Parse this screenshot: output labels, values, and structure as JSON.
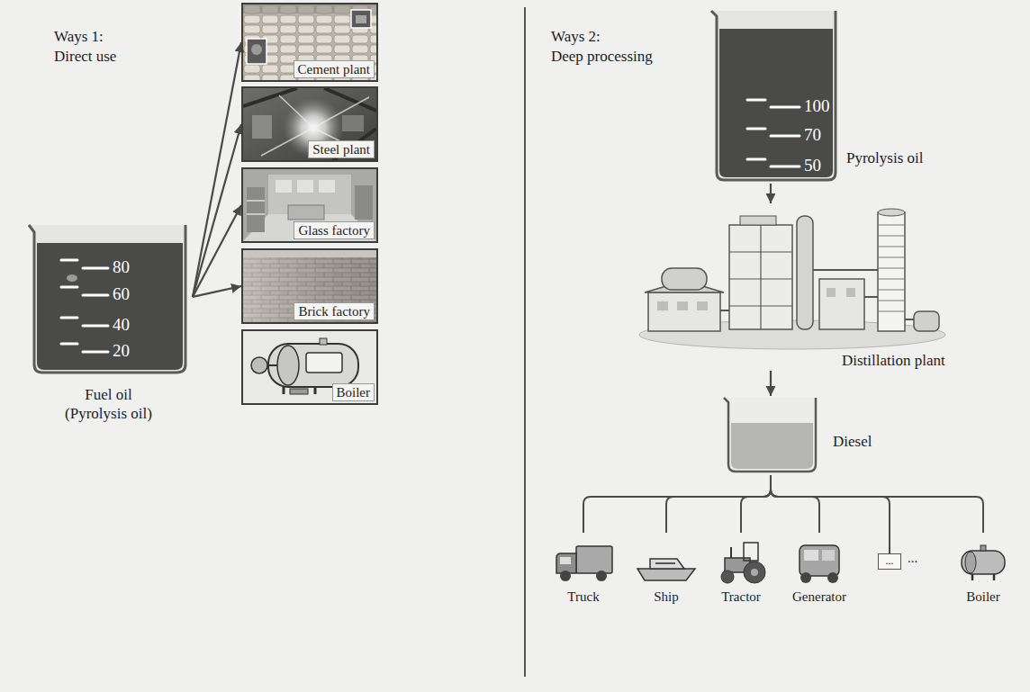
{
  "diagram": {
    "nodes": [
      {
        "text": [
          "80",
          "60",
          "40",
          "20",
          "Fuel oil (Pyrolysis oil)"
        ]
      },
      {
        "text": [
          "Cement plant"
        ]
      },
      {
        "text": [
          "Steel plant"
        ]
      },
      {
        "text": [
          "Glass factory"
        ]
      },
      {
        "text": [
          "Brick factory"
        ]
      },
      {
        "text": [
          "Boiler"
        ]
      },
      {
        "text": [
          "100",
          "70",
          "50",
          "Pyrolysis oil"
        ]
      },
      {
        "text": [
          "Distillation plant"
        ]
      },
      {
        "text": [
          "Diesel"
        ]
      },
      {
        "text": [
          "Truck"
        ]
      },
      {
        "text": [
          "Ship"
        ]
      },
      {
        "text": [
          "Tractor"
        ]
      },
      {
        "text": [
          "Generator"
        ]
      },
      {
        "text": [
          "..."
        ]
      },
      {
        "text": [
          "Boiler"
        ]
      }
    ],
    "edges": [
      {
        "from": 0,
        "to": 1,
        "arrow": "to"
      },
      {
        "from": 0,
        "to": 2,
        "arrow": "to"
      },
      {
        "from": 0,
        "to": 3,
        "arrow": "to"
      },
      {
        "from": 0,
        "to": 4,
        "arrow": "to"
      },
      {
        "from": 6,
        "to": 7,
        "arrow": "to"
      },
      {
        "from": 7,
        "to": 8,
        "arrow": "to"
      },
      {
        "from": 8,
        "to": 9,
        "arrow": "none"
      },
      {
        "from": 8,
        "to": 10,
        "arrow": "none"
      },
      {
        "from": 8,
        "to": 11,
        "arrow": "none"
      },
      {
        "from": 8,
        "to": 12,
        "arrow": "none"
      },
      {
        "from": 8,
        "to": 13,
        "arrow": "none"
      },
      {
        "from": 8,
        "to": 14,
        "arrow": "none"
      }
    ],
    "labels": [
      "Ways 1:",
      "Direct use",
      "Ways 2:",
      "Deep processing",
      "..."
    ]
  }
}
